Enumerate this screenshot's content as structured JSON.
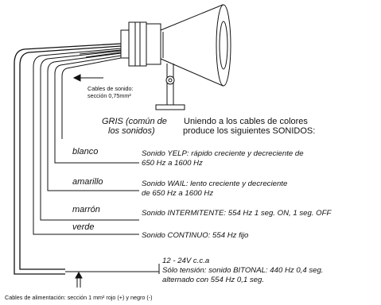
{
  "sound_cables_label": {
    "line1": "Cables de sonido:",
    "line2": "sección 0,75mm²"
  },
  "gris_label": {
    "line1": "GRIS (común de",
    "line2": "los sonidos)"
  },
  "combining_note": {
    "line1": "Uniendo a los cables de colores",
    "line2": "produce los siguientes SONIDOS:"
  },
  "wires": [
    {
      "color_name": "blanco",
      "hex": "#ffffff",
      "desc_lines": [
        "Sonido YELP: rápido creciente y decreciente de",
        "650 Hz a 1600 Hz"
      ]
    },
    {
      "color_name": "amarillo",
      "hex": "#f2d21b",
      "desc_lines": [
        "Sonido WAIL: lento creciente y decreciente",
        "de 650 Hz a 1600 Hz"
      ]
    },
    {
      "color_name": "marrón",
      "hex": "#7a4a21",
      "desc_lines": [
        "Sonido INTERMITENTE: 554 Hz 1 seg. ON, 1 seg. OFF"
      ]
    },
    {
      "color_name": "verde",
      "hex": "#2e8b3a",
      "desc_lines": [
        "Sonido CONTINUO: 554 Hz fijo"
      ]
    }
  ],
  "power": {
    "voltage": "12 - 24V c.c.a",
    "line2": "Sólo tensión: sonido BITONAL: 440 Hz 0,4 seg.",
    "line3": "alternado con 554 Hz 0,1 seg."
  },
  "power_cables_label": "Cables de alimentación: sección 1 mm² rojo (+) y negro (-)"
}
